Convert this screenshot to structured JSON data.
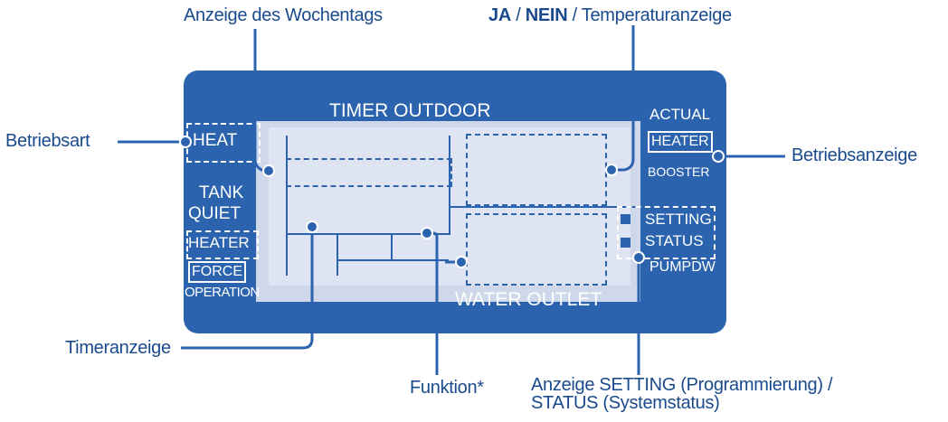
{
  "callouts": {
    "weekday": "Anzeige des Wochentags",
    "yes_no_ja": "JA",
    "yes_no_sep1": " / ",
    "yes_no_nein": "NEIN",
    "yes_no_sep2": " / ",
    "yes_no_temp": "Temperaturanzeige",
    "mode": "Betriebsart",
    "status_display": "Betriebsanzeige",
    "timer": "Timeranzeige",
    "function": "Funktion*",
    "setting_line1": "Anzeige SETTING (Programmierung) /",
    "setting_line2": "STATUS (Systemstatus)"
  },
  "display": {
    "timer_outdoor": "TIMER OUTDOOR",
    "heat": "HEAT",
    "tank": "TANK",
    "quiet": "QUIET",
    "heater_left": "HEATER",
    "force": "FORCE",
    "operation": "OPERATION",
    "actual": "ACTUAL",
    "heater_right": "HEATER",
    "booster": "BOOSTER",
    "setting": "SETTING",
    "status": "STATUS",
    "pumpdw": "PUMPDW",
    "water_outlet": "WATER OUTLET"
  },
  "colors": {
    "panel": "#2b63ae",
    "lcd": "#dfe4f2",
    "callout_text": "#1a4a8e",
    "leader_line": "#2b63ae"
  }
}
